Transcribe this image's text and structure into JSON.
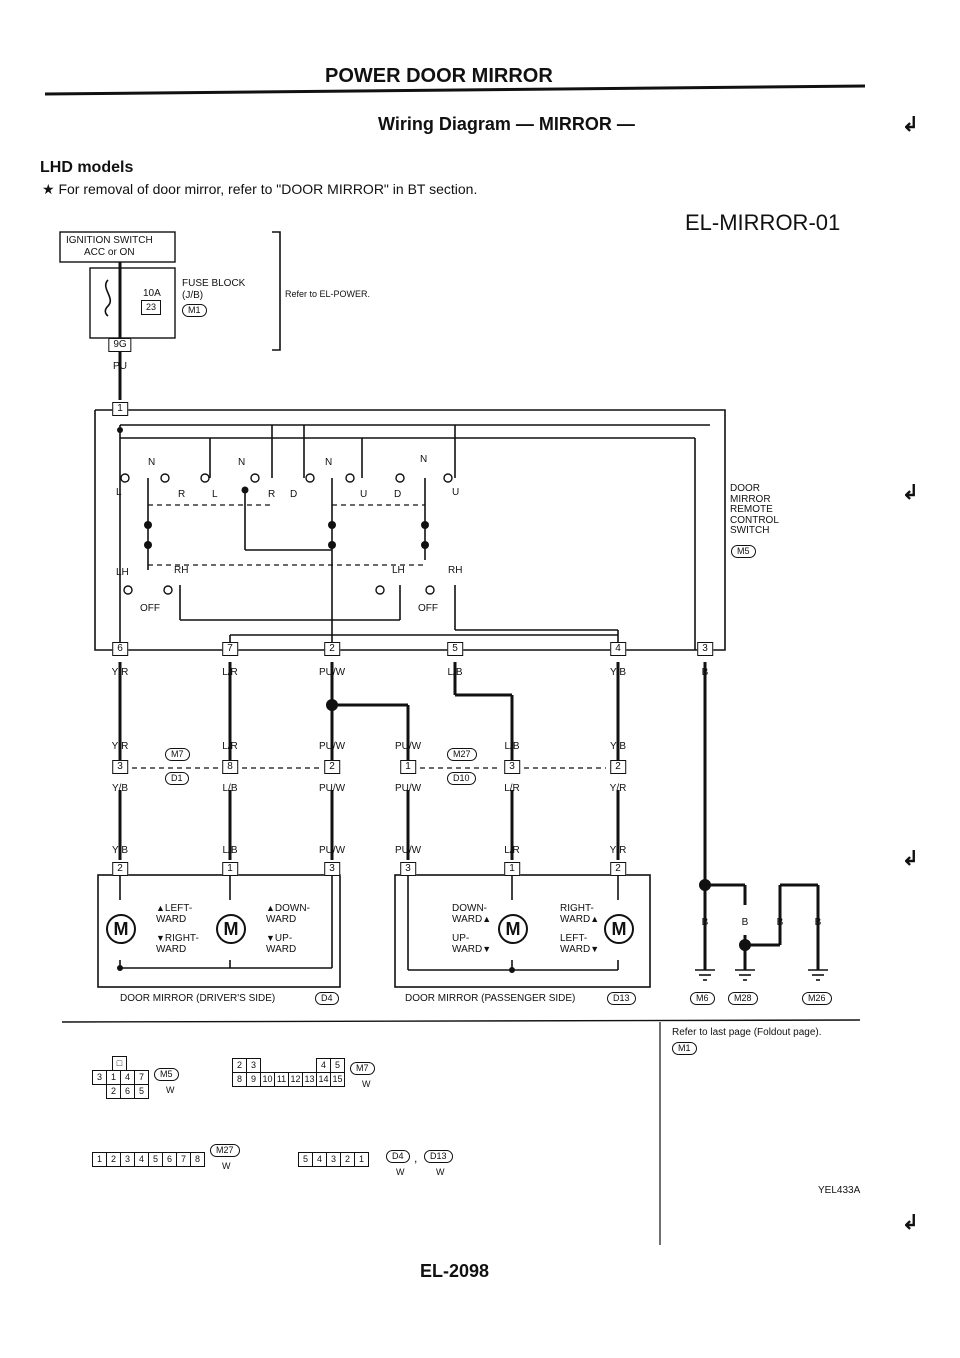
{
  "page": {
    "header": "POWER DOOR MIRROR",
    "subtitle": "Wiring Diagram — MIRROR —",
    "section": "LHD models",
    "note": "For removal of door mirror, refer to \"DOOR MIRROR\" in BT section.",
    "diagram_code": "EL-MIRROR-01",
    "page_number": "EL-2098",
    "image_code": "YEL433A",
    "corner_mark": "↲"
  },
  "power": {
    "ignition_switch": "IGNITION SWITCH",
    "ignition_mode": "ACC or ON",
    "fuse_amps": "10A",
    "fuse_number": "23",
    "fuse_block": "FUSE BLOCK",
    "fuse_block_jb": "(J/B)",
    "fuse_connector": "M1",
    "refer": "Refer to EL-POWER.",
    "pin_9g": "9G",
    "wire_pu": "PU"
  },
  "switch": {
    "name": "DOOR\nMIRROR\nREMOTE\nCONTROL\nSWITCH",
    "connector": "M5",
    "pin_in": "1",
    "labels": {
      "n": "N",
      "l": "L",
      "r": "R",
      "d": "D",
      "u": "U",
      "lh": "LH",
      "rh": "RH",
      "off": "OFF"
    },
    "pins": [
      {
        "pin": "6",
        "wire": "Y/R"
      },
      {
        "pin": "7",
        "wire": "L/R"
      },
      {
        "pin": "2",
        "wire": "PU/W"
      },
      {
        "pin": "5",
        "wire": "L/B"
      },
      {
        "pin": "4",
        "wire": "Y/B"
      },
      {
        "pin": "3",
        "wire": "B"
      }
    ]
  },
  "junctions": {
    "m7": "M7",
    "d1": "D1",
    "m27": "M27",
    "d10": "D10",
    "left_pins": [
      {
        "pin": "3",
        "top": "Y/R",
        "bottom": "Y/B"
      },
      {
        "pin": "8",
        "top": "L/R",
        "bottom": "L/B"
      },
      {
        "pin": "2",
        "top": "PU/W",
        "bottom": "PU/W"
      }
    ],
    "right_pins": [
      {
        "pin": "1",
        "top": "PU/W",
        "bottom": "PU/W"
      },
      {
        "pin": "3",
        "top": "L/B",
        "bottom": "L/R"
      },
      {
        "pin": "2",
        "top": "Y/B",
        "bottom": "Y/R"
      }
    ]
  },
  "mirrors": {
    "driver": {
      "name": "DOOR MIRROR (DRIVER'S SIDE)",
      "connector": "D4",
      "pins": [
        {
          "pin": "2",
          "wire": "Y/B"
        },
        {
          "pin": "1",
          "wire": "L/B"
        },
        {
          "pin": "3",
          "wire": "PU/W"
        }
      ],
      "motor": "M",
      "left": "LEFT-\nWARD",
      "right": "RIGHT-\nWARD",
      "down": "DOWN-\nWARD",
      "up": "UP-\nWARD"
    },
    "passenger": {
      "name": "DOOR MIRROR (PASSENGER SIDE)",
      "connector": "D13",
      "pins": [
        {
          "pin": "3",
          "wire": "PU/W"
        },
        {
          "pin": "1",
          "wire": "L/R"
        },
        {
          "pin": "2",
          "wire": "Y/R"
        }
      ],
      "motor": "M",
      "down": "DOWN-\nWARD",
      "up": "UP-\nWARD",
      "right": "RIGHT-\nWARD",
      "left": "LEFT-\nWARD"
    }
  },
  "grounds": {
    "wire": "B",
    "m6": "M6",
    "m28": "M28",
    "m26": "M26"
  },
  "connector_views": {
    "m5": {
      "code": "M5",
      "color": "W",
      "top": [
        "3",
        "1",
        "4",
        "7"
      ],
      "bottom": [
        "2",
        "6",
        "5"
      ],
      "key": "□"
    },
    "m7": {
      "code": "M7",
      "color": "W",
      "top": [
        "2",
        "3",
        "4",
        "5"
      ],
      "bottom": [
        "8",
        "9",
        "10",
        "11",
        "12",
        "13",
        "14",
        "15"
      ]
    },
    "m27": {
      "code": "M27",
      "color": "W",
      "row": [
        "1",
        "2",
        "3",
        "4",
        "5",
        "6",
        "7",
        "8"
      ]
    },
    "d4d13": {
      "code1": "D4",
      "code2": "D13",
      "sep": ",",
      "color1": "W",
      "color2": "W",
      "row": [
        "5",
        "4",
        "3",
        "2",
        "1"
      ]
    }
  },
  "foldout": {
    "text": "Refer to last page (Foldout page).",
    "connector": "M1"
  }
}
